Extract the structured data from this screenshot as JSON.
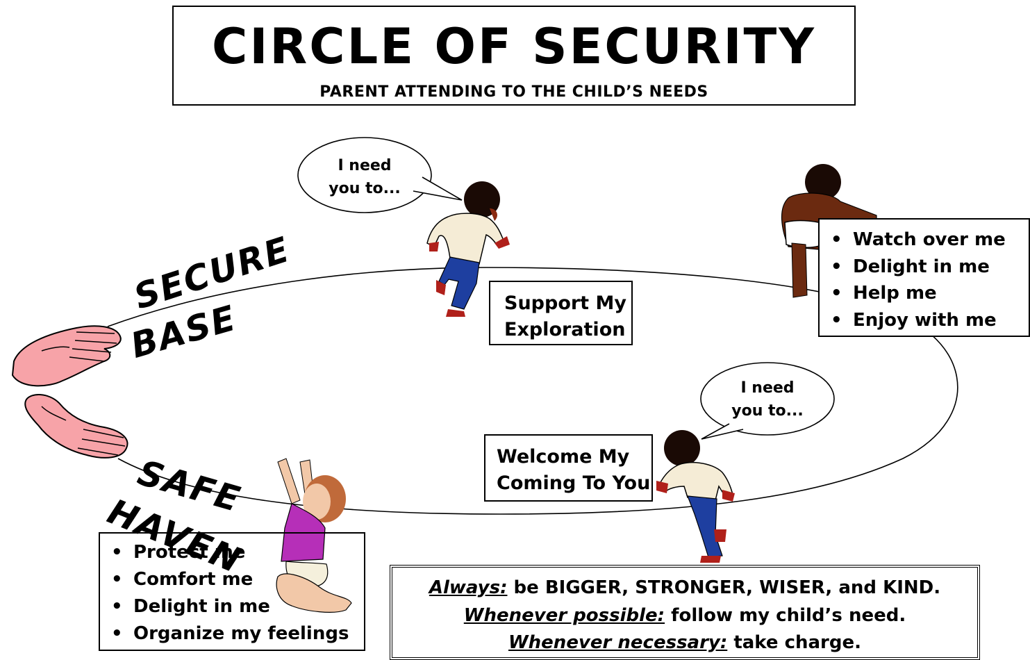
{
  "header": {
    "title": "CIRCLE OF SECURITY",
    "subtitle": "PARENT ATTENDING TO THE CHILD’S NEEDS"
  },
  "curve_labels": {
    "secure": "SECURE",
    "base": "BASE",
    "safe": "SAFE",
    "haven": "HAVEN"
  },
  "bubbles": {
    "top": {
      "line1": "I need",
      "line2": "you to..."
    },
    "bottom": {
      "line1": "I need",
      "line2": "you to..."
    }
  },
  "support_box": {
    "line1": "Support My",
    "line2": "Exploration"
  },
  "welcome_box": {
    "line1": "Welcome My",
    "line2": "Coming To You"
  },
  "exploration_needs": [
    "Watch over me",
    "Delight in me",
    "Help me",
    "Enjoy with me"
  ],
  "haven_needs": [
    "Protect me",
    "Comfort me",
    "Delight in me",
    "Organize my feelings"
  ],
  "rules": {
    "always_label": "Always:",
    "always_text": "be BIGGER, STRONGER, WISER, and KIND.",
    "possible_label": "Whenever possible:",
    "possible_text": "follow my child’s need.",
    "necessary_label": "Whenever necessary:",
    "necessary_text": "take charge."
  },
  "colors": {
    "hand": "#f7a3a8",
    "skin_dark": "#8b2a10",
    "shirt": "#f5ecd6",
    "pants": "#1e3fa0",
    "shoes": "#b0201a",
    "girl_dress": "#b62fb8",
    "girl_skin": "#f2c8a8",
    "girl_hair": "#c06a3a"
  }
}
